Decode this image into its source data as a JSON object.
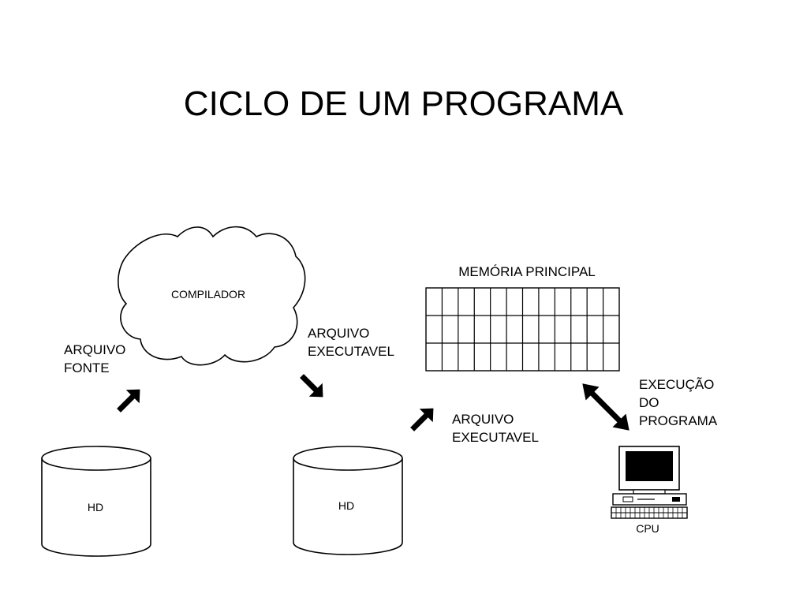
{
  "title": "CICLO DE UM PROGRAMA",
  "nodes": {
    "compiler": {
      "label": "COMPILADOR"
    },
    "hd_source": {
      "label": "HD"
    },
    "hd_exec": {
      "label": "HD"
    },
    "main_memory": {
      "label": "MEMÓRIA PRINCIPAL"
    },
    "cpu": {
      "label": "CPU"
    }
  },
  "edges": {
    "source_to_compiler": {
      "line1": "ARQUIVO",
      "line2": "FONTE"
    },
    "compiler_to_hd": {
      "line1": "ARQUIVO",
      "line2": "EXECUTAVEL"
    },
    "hd_to_memory": {
      "line1": "ARQUIVO",
      "line2": "EXECUTAVEL"
    },
    "memory_cpu": {
      "line1": "EXECUÇÃO",
      "line2": "DO",
      "line3": "PROGRAMA"
    }
  },
  "icons": {
    "arrow_up_right": "arrow-up-right-icon",
    "arrow_down_right": "arrow-down-right-icon",
    "arrow_double": "double-arrow-icon",
    "cylinder": "hard-disk-icon",
    "computer": "computer-icon"
  }
}
